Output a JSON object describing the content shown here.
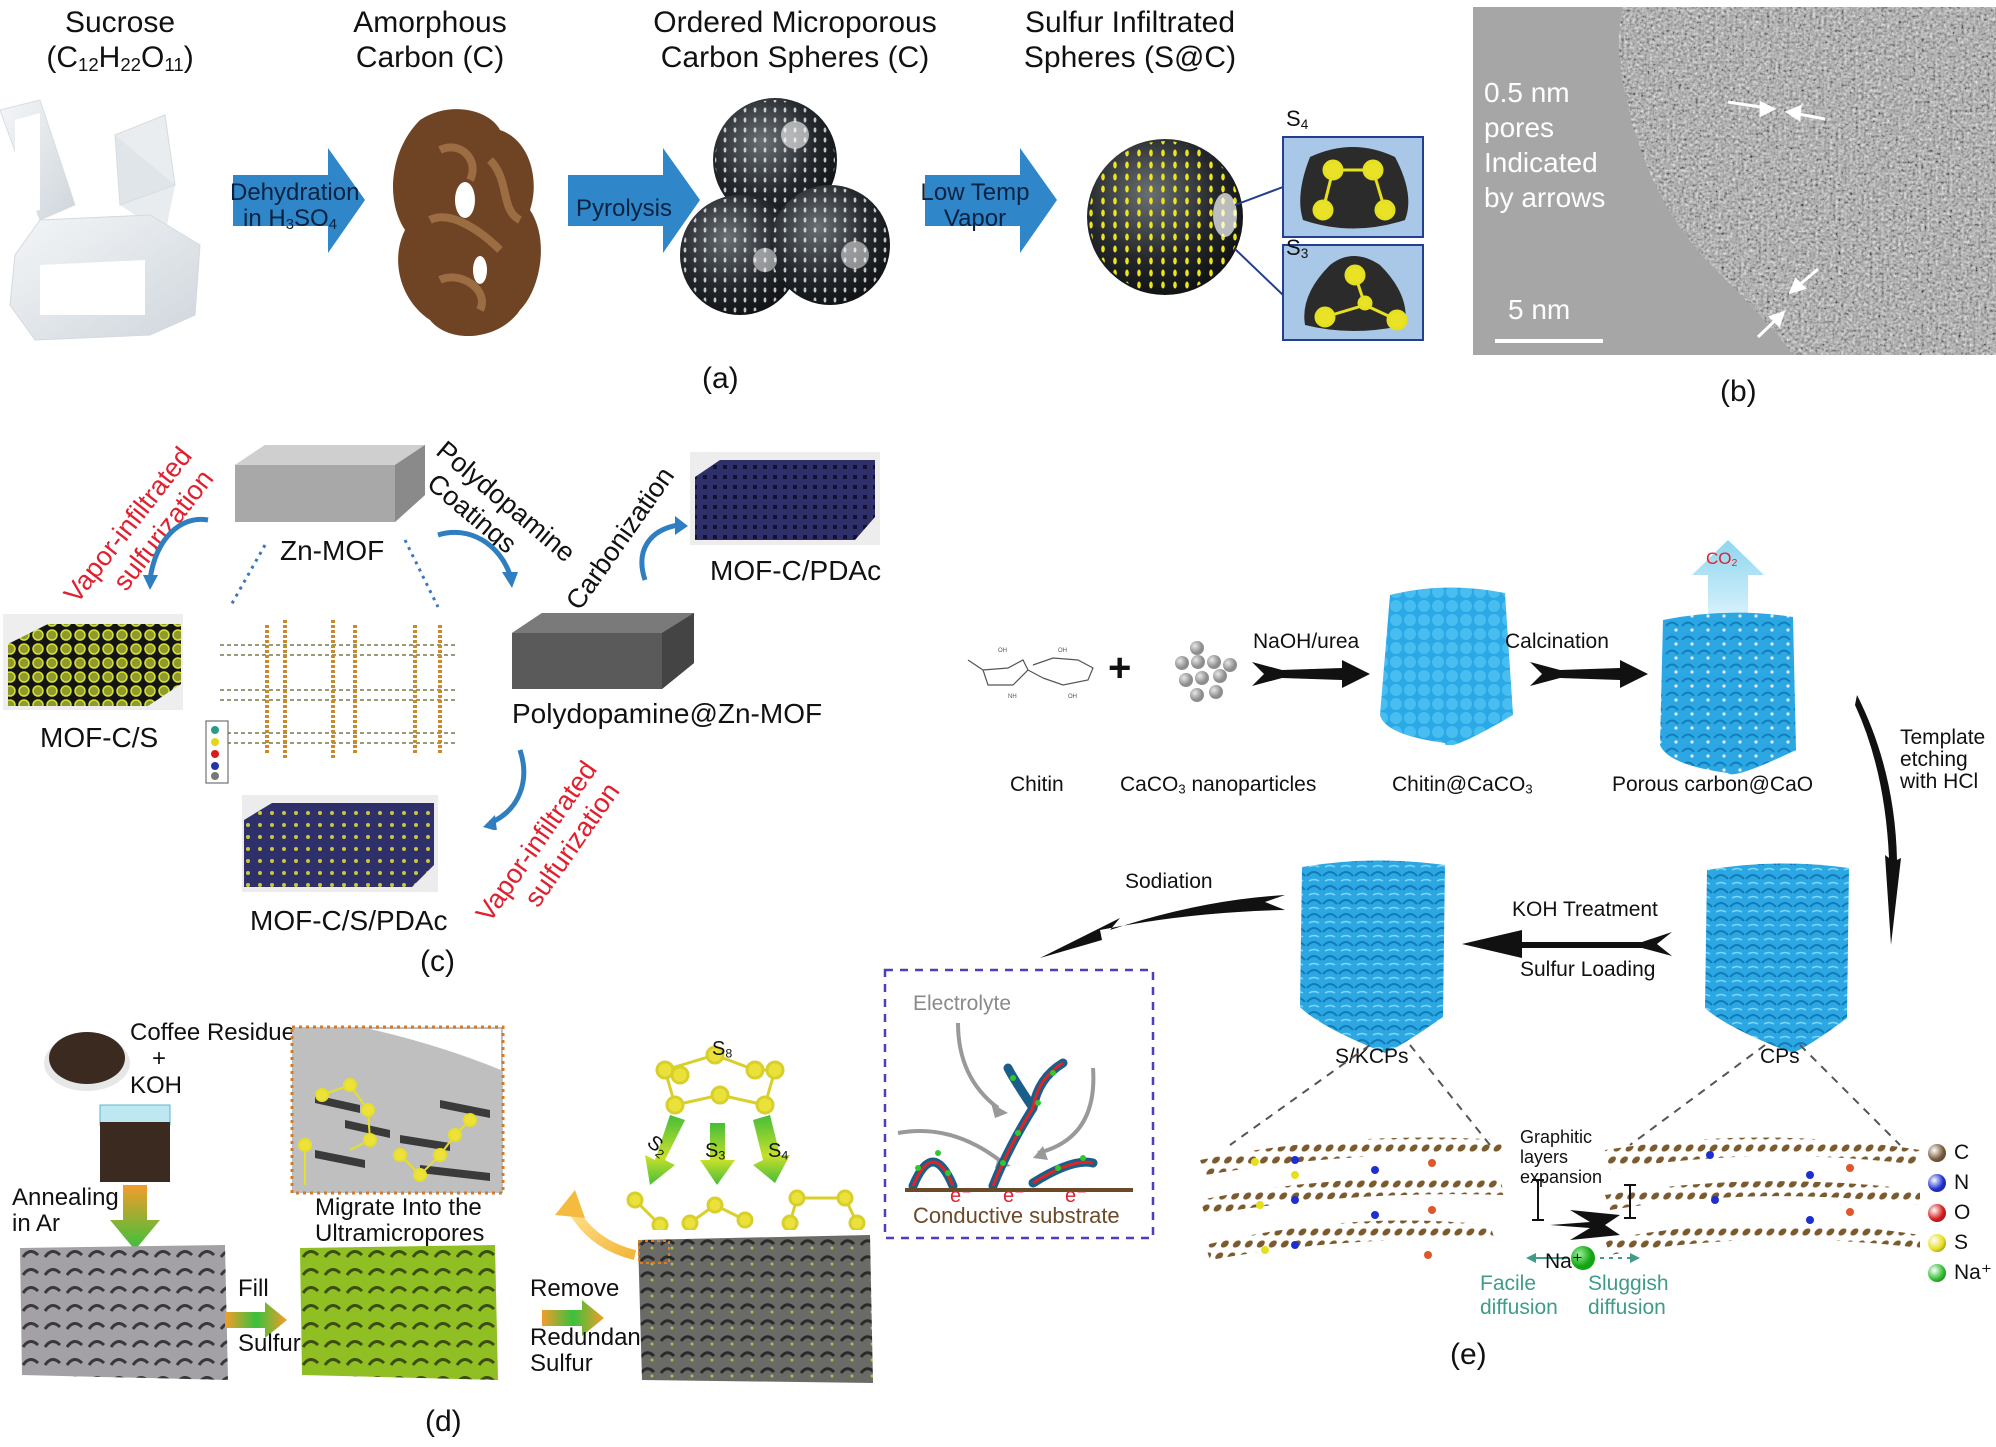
{
  "panel_a": {
    "label": "(a)",
    "stages": [
      {
        "title_line1": "Sucrose",
        "title_line2_prefix": "(C",
        "formula_parts": [
          "C",
          "12",
          "H",
          "22",
          "O",
          "11"
        ]
      },
      {
        "title_line1": "Amorphous",
        "title_line2": "Carbon (C)"
      },
      {
        "title_line1": "Ordered Microporous",
        "title_line2": "Carbon Spheres (C)"
      },
      {
        "title_line1": "Sulfur Infiltrated",
        "title_line2": "Spheres (S@C)"
      }
    ],
    "arrows": [
      {
        "line1": "Dehydration",
        "line2_prefix": "in H",
        "line2_sub1": "3",
        "line2_mid": "SO",
        "line2_sub2": "4"
      },
      {
        "line1": "Pyrolysis"
      },
      {
        "line1": "Low Temp",
        "line2": "Vapor"
      }
    ],
    "insets": [
      {
        "label": "S",
        "sub": "4"
      },
      {
        "label": "S",
        "sub": "3"
      }
    ],
    "arrow_color": "#2f86c9"
  },
  "panel_b": {
    "label": "(b)",
    "annotation_lines": [
      "0.5 nm",
      "pores",
      "Indicated",
      "by arrows"
    ],
    "scale_bar": "5 nm"
  },
  "panel_c": {
    "label": "(c)",
    "nodes": {
      "zn_mof": "Zn-MOF",
      "mof_cs": "MOF-C/S",
      "mof_c_pdac": "MOF-C/PDAc",
      "pda_zn_mof": "Polydopamine@Zn-MOF",
      "mof_cs_pdac": "MOF-C/S/PDAc"
    },
    "steps": {
      "vapor1_line1": "Vapor-infiltrated",
      "vapor1_line2": "sulfurization",
      "coating_line1": "Polydopamine",
      "coating_line2": "Coatings",
      "carbonization": "Carbonization",
      "vapor2_line1": "Vapor-infiltrated",
      "vapor2_line2": "sulfurization"
    },
    "step_color": "#e0202e"
  },
  "panel_d": {
    "label": "(d)",
    "precursor_line1": "Coffee Residues",
    "precursor_plus": "+",
    "precursor_line2": "KOH",
    "annealing_line1": "Annealing",
    "annealing_line2": "in Ar",
    "fill_line1": "Fill",
    "fill_line2": "Sulfur",
    "migrate_line1": "Migrate Into the",
    "migrate_line2": "Ultramicropores",
    "remove_line1": "Remove",
    "remove_line2": "Redundant",
    "remove_line3": "Sulfur",
    "s8": {
      "label": "S",
      "sub": "8"
    },
    "fragments": [
      {
        "label": "S",
        "sub": "2"
      },
      {
        "label": "S",
        "sub": "3"
      },
      {
        "label": "S",
        "sub": "4"
      }
    ]
  },
  "panel_e": {
    "label": "(e)",
    "top_row": {
      "chitin": "Chitin",
      "caco3_prefix": "CaCO",
      "caco3_sub": "3",
      "caco3_suffix": " nanoparticles",
      "naoh_urea": "NaOH/urea",
      "chitin_caco3_prefix": "Chitin@CaCO",
      "chitin_caco3_sub": "3",
      "calcination": "Calcination",
      "porous_carbon": "Porous carbon@CaO",
      "co2_prefix": "CO",
      "co2_sub": "2"
    },
    "etching_lines": [
      "Template",
      "etching",
      "with HCl"
    ],
    "koh_treatment": "KOH Treatment",
    "sulfur_loading": "Sulfur Loading",
    "sodiation": "Sodiation",
    "skcps": "S/KCPs",
    "cps": "CPs",
    "electrolyte": "Electrolyte",
    "electrons": [
      "e⁻",
      "e⁻",
      "e⁻"
    ],
    "conductive_substrate": "Conductive substrate",
    "graphitic_lines": [
      "Graphitic",
      "layers",
      "expansion"
    ],
    "na_ion": "Na⁺",
    "facile_lines": [
      "Facile",
      "diffusion"
    ],
    "sluggish_lines": [
      "Sluggish",
      "diffusion"
    ],
    "legend": [
      {
        "symbol": "C",
        "color": "#7a5a3a"
      },
      {
        "symbol": "N",
        "color": "#1b2fd0"
      },
      {
        "symbol": "O",
        "color": "#d81b1b"
      },
      {
        "symbol": "S",
        "color": "#e6df1d"
      },
      {
        "symbol": "Na⁺",
        "color": "#2fc02f"
      }
    ],
    "cube_color": "#29aee8",
    "diffusion_color": "#3f9c8a"
  }
}
